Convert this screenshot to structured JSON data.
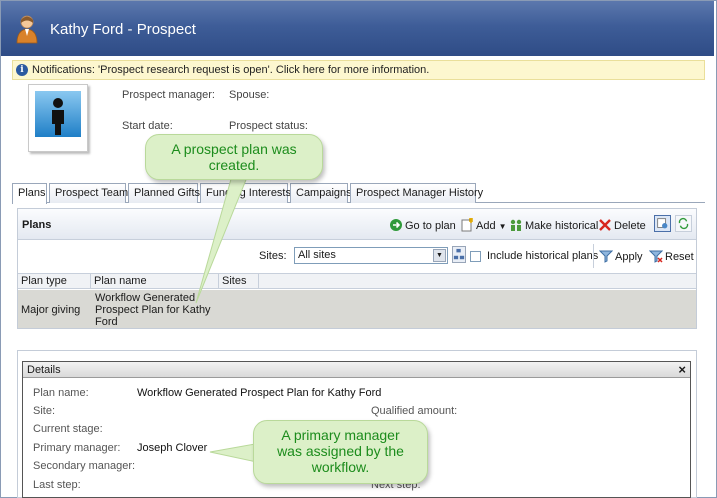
{
  "window": {
    "title": "Kathy Ford - Prospect"
  },
  "notification": {
    "text": "Notifications: 'Prospect research request is open'.  Click here for more information."
  },
  "profile": {
    "prospect_manager_label": "Prospect manager:",
    "spouse_label": "Spouse:",
    "start_date_label": "Start date:",
    "prospect_status_label": "Prospect status:"
  },
  "tabs": [
    {
      "label": "Plans"
    },
    {
      "label": "Prospect Team"
    },
    {
      "label": "Planned Gifts"
    },
    {
      "label": "Funding Interests"
    },
    {
      "label": "Campaigns"
    },
    {
      "label": "Prospect Manager History"
    }
  ],
  "plans": {
    "heading": "Plans",
    "toolbar": {
      "go_to_plan": "Go to plan",
      "add": "Add",
      "make_historical": "Make historical",
      "delete": "Delete"
    },
    "filter": {
      "sites_label": "Sites:",
      "sites_value": "All sites",
      "include_historical": "Include historical plans",
      "apply": "Apply",
      "reset": "Reset"
    },
    "columns": [
      "Plan type",
      "Plan name",
      "Sites"
    ],
    "rows": [
      {
        "plan_type": "Major giving",
        "plan_name_lines": [
          "Workflow Generated",
          "Prospect Plan for Kathy",
          "Ford"
        ]
      }
    ]
  },
  "details": {
    "title": "Details",
    "close": "×",
    "plan_name_label": "Plan name:",
    "plan_name_value": "Workflow Generated Prospect Plan for Kathy Ford",
    "site_label": "Site:",
    "qualified_amount_label": "Qualified amount:",
    "current_stage_label": "Current stage:",
    "primary_manager_label": "Primary manager:",
    "primary_manager_value": "Joseph Clover",
    "secondary_manager_label": "Secondary manager:",
    "last_step_label": "Last step:",
    "next_step_label": "Next step:"
  },
  "callouts": {
    "plan_created_lines": [
      "A prospect plan was",
      "created."
    ],
    "primary_manager_lines": [
      "A primary manager",
      "was assigned by the",
      "workflow."
    ]
  },
  "colors": {
    "titlebar": "#3e5d98",
    "callout_bg": "#dcf0c8",
    "callout_text": "#1c8c1c",
    "selected_row": "#d9d9d4"
  }
}
